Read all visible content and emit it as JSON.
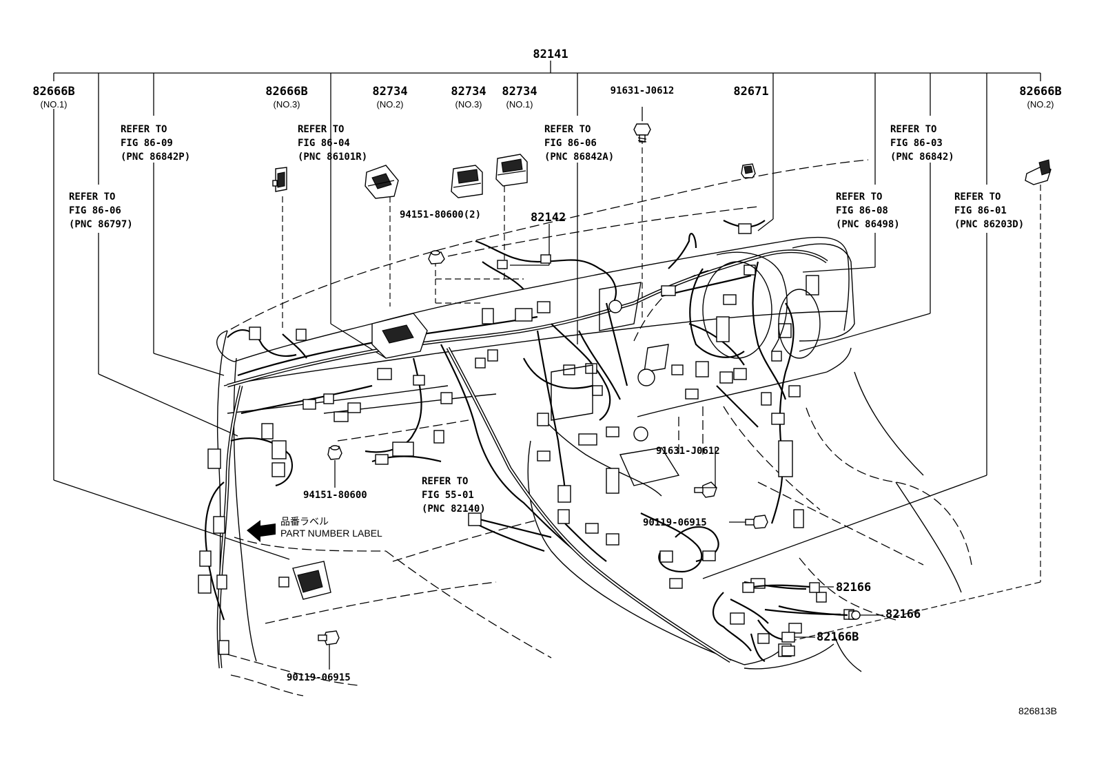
{
  "diagram": {
    "main_part": "82141",
    "parts": {
      "p82666B_no1": "82666B",
      "p82666B_no1_sub": "(NO.1)",
      "p82666B_no3": "82666B",
      "p82666B_no3_sub": "(NO.3)",
      "p82734_no2": "82734",
      "p82734_no2_sub": "(NO.2)",
      "p82734_no3": "82734",
      "p82734_no3_sub": "(NO.3)",
      "p82734_no1": "82734",
      "p82734_no1_sub": "(NO.1)",
      "p91631_top": "91631-J0612",
      "p82671": "82671",
      "p82666B_no2": "82666B",
      "p82666B_no2_sub": "(NO.2)",
      "p94151_2": "94151-80600(2)",
      "p82142": "82142",
      "p91631_mid": "91631-J0612",
      "p94151": "94151-80600",
      "p90119_mid": "90119-06915",
      "p82166_a": "82166",
      "p82166_b": "82166",
      "p82166B": "82166B",
      "p90119_bot": "90119-06915"
    },
    "refers": {
      "r86_09": [
        "REFER TO",
        "FIG 86-09",
        "(PNC 86842P)"
      ],
      "r86_04": [
        "REFER TO",
        "FIG 86-04",
        "(PNC 86101R)"
      ],
      "r86_06a": [
        "REFER TO",
        "FIG 86-06",
        "(PNC 86842A)"
      ],
      "r86_03": [
        "REFER TO",
        "FIG 86-03",
        "(PNC 86842)"
      ],
      "r86_06b": [
        "REFER TO",
        "FIG 86-06",
        "(PNC 86797)"
      ],
      "r86_08": [
        "REFER TO",
        "FIG 86-08",
        "(PNC 86498)"
      ],
      "r86_01": [
        "REFER TO",
        "FIG 86-01",
        "(PNC 86203D)"
      ],
      "r55_01": [
        "REFER TO",
        "FIG 55-01",
        "(PNC 82140)"
      ]
    },
    "label_jp": "品番ラベル",
    "label_en": "PART NUMBER LABEL",
    "figure_code": "826813B"
  }
}
